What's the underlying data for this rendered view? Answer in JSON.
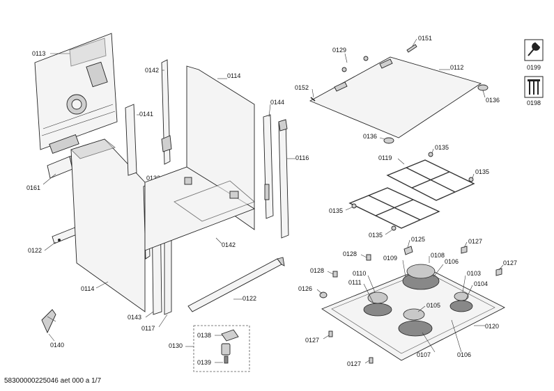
{
  "footer": "58300000225046 aet 000 a 1/7",
  "labels": {
    "p0113": "0113",
    "p0142a": "0142",
    "p0114a": "0114",
    "p0141": "0141",
    "p0144": "0144",
    "p0116": "0116",
    "p0161": "0161",
    "p0133": "0133",
    "p0122a": "0122",
    "p0142b": "0142",
    "p0114b": "0114",
    "p0143": "0143",
    "p0117": "0117",
    "p0122b": "0122",
    "p0140": "0140",
    "p0130": "0130",
    "p0138": "0138",
    "p0139": "0139",
    "p0129": "0129",
    "p0151": "0151",
    "p0112": "0112",
    "p0152": "0152",
    "p0136a": "0136",
    "p0136b": "0136",
    "p0119": "0119",
    "p0135a": "0135",
    "p0135b": "0135",
    "p0135c": "0135",
    "p0135d": "0135",
    "p0128a": "0128",
    "p0125": "0125",
    "p0127a": "0127",
    "p0108": "0108",
    "p0109": "0109",
    "p0106a": "0106",
    "p0128b": "0128",
    "p0110": "0110",
    "p0103": "0103",
    "p0127b": "0127",
    "p0111": "0111",
    "p0104": "0104",
    "p0126": "0126",
    "p0105": "0105",
    "p0120": "0120",
    "p0127c": "0127",
    "p0107": "0107",
    "p0106b": "0106",
    "p0127d": "0127",
    "p0199": "0199",
    "p0198": "0198"
  },
  "icons": {
    "tool_icon": "wrench-tool-icon",
    "screw_icon": "screws-icon"
  }
}
